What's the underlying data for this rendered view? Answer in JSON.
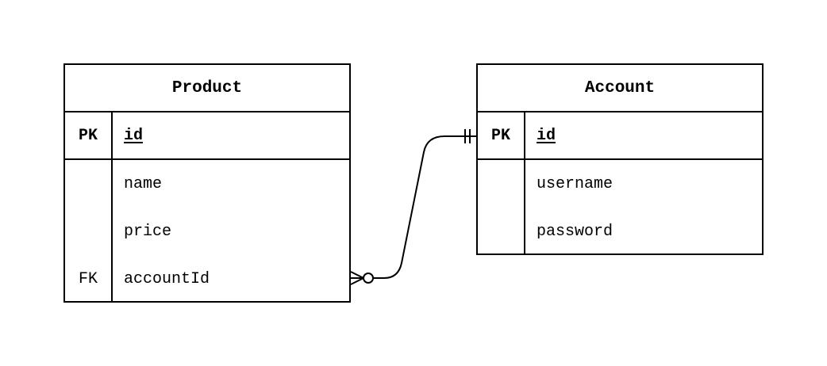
{
  "entities": {
    "product": {
      "name": "Product",
      "pk": {
        "key": "PK",
        "field": "id"
      },
      "attributes": [
        {
          "key": "",
          "field": "name"
        },
        {
          "key": "",
          "field": "price"
        },
        {
          "key": "FK",
          "field": "accountId"
        }
      ]
    },
    "account": {
      "name": "Account",
      "pk": {
        "key": "PK",
        "field": "id"
      },
      "attributes": [
        {
          "key": "",
          "field": "username"
        },
        {
          "key": "",
          "field": "password"
        }
      ]
    }
  },
  "relationship": {
    "from": "product.accountId",
    "to": "account.id",
    "from_cardinality": "zero-or-many",
    "to_cardinality": "exactly-one"
  }
}
